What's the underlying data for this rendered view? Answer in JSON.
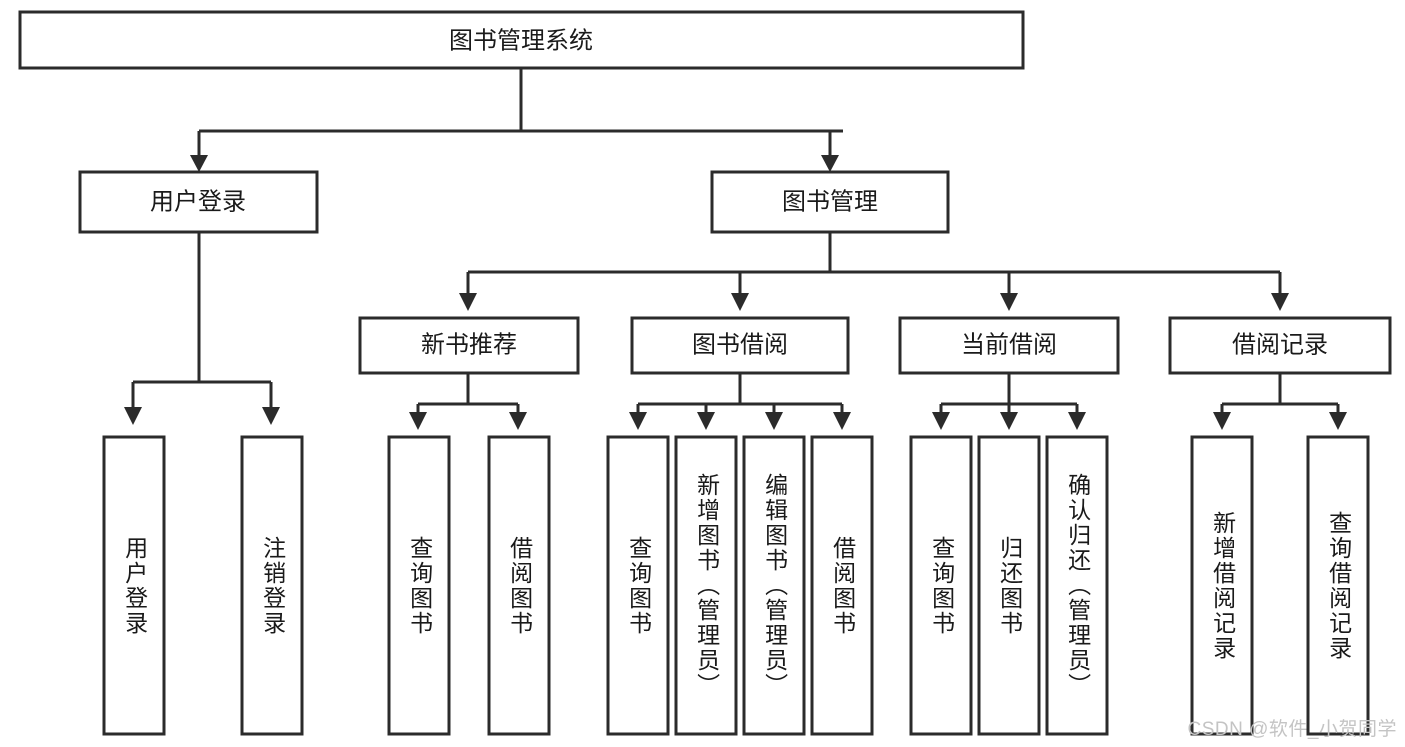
{
  "diagram": {
    "type": "org-chart",
    "title": "图书管理系统",
    "orientation": "top-down",
    "colors": {
      "box_fill": "#ffffff",
      "box_stroke": "#2b2b2b",
      "text": "#1a1a1a",
      "watermark": "#c4c4c4",
      "background": "#ffffff"
    },
    "root": {
      "label": "图书管理系统"
    },
    "level2": [
      {
        "label": "用户登录"
      },
      {
        "label": "图书管理"
      }
    ],
    "level3": [
      {
        "label": "新书推荐"
      },
      {
        "label": "图书借阅"
      },
      {
        "label": "当前借阅"
      },
      {
        "label": "借阅记录"
      }
    ],
    "leaves": {
      "user_login": [
        {
          "label": "用户登录"
        },
        {
          "label": "注销登录"
        }
      ],
      "new_book_recommend": [
        {
          "label": "查询图书"
        },
        {
          "label": "借阅图书"
        }
      ],
      "book_borrow": [
        {
          "label": "查询图书"
        },
        {
          "label": "新增图书（管理员）"
        },
        {
          "label": "编辑图书（管理员）"
        },
        {
          "label": "借阅图书"
        }
      ],
      "current_borrow": [
        {
          "label": "查询图书"
        },
        {
          "label": "归还图书"
        },
        {
          "label": "确认归还（管理员）"
        }
      ],
      "borrow_record": [
        {
          "label": "新增借阅记录"
        },
        {
          "label": "查询借阅记录"
        }
      ]
    }
  },
  "watermark": {
    "text": "CSDN @软件_小贺同学"
  }
}
